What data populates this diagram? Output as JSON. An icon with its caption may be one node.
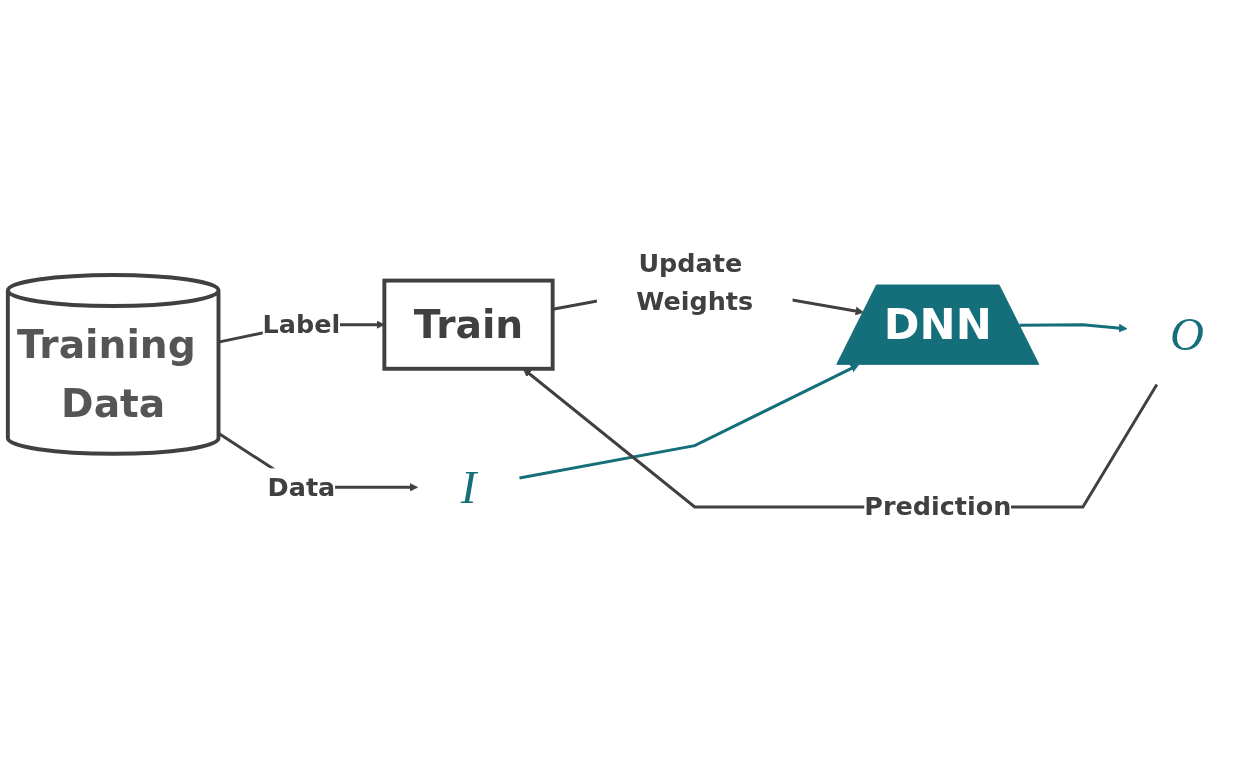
{
  "diagram": {
    "nodes": [
      {
        "text": [
          "Training Data"
        ]
      },
      {
        "text": [
          "Train"
        ]
      },
      {
        "text": [
          "DNN"
        ]
      },
      {
        "text": [
          "I"
        ]
      },
      {
        "text": [
          "O"
        ]
      }
    ],
    "edges": [
      {
        "from": 0,
        "to": 1,
        "arrow": "to",
        "label": "Label"
      },
      {
        "from": 1,
        "to": 2,
        "arrow": "to",
        "label": "Update Weights"
      },
      {
        "from": 0,
        "to": 3,
        "arrow": "to",
        "label": "Data"
      },
      {
        "from": 3,
        "to": 2,
        "arrow": "to",
        "color": "#156f7a"
      },
      {
        "from": 2,
        "to": 4,
        "arrow": "to",
        "color": "#156f7a"
      },
      {
        "from": 4,
        "to": 1,
        "arrow": "to",
        "label": "Prediction"
      }
    ]
  }
}
